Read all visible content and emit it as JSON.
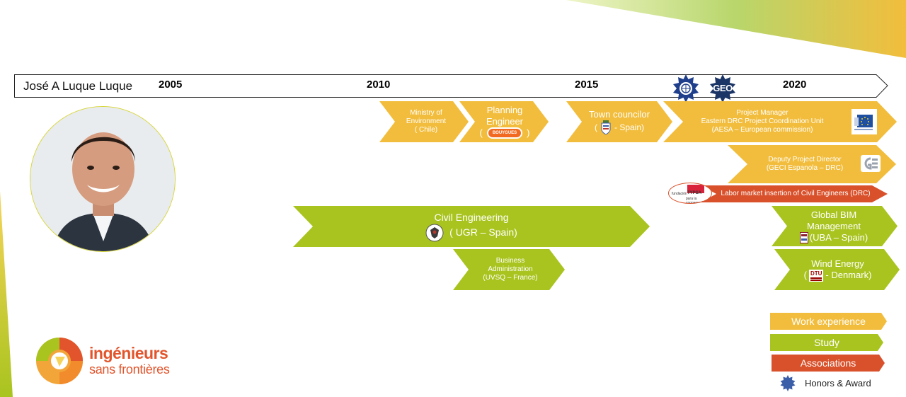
{
  "header": {
    "name": "José A Luque Luque"
  },
  "timeline": {
    "years": [
      "2005",
      "2010",
      "2015",
      "2020"
    ]
  },
  "work": [
    {
      "lines": [
        "Ministry of",
        "Environment",
        "( Chile)"
      ]
    },
    {
      "lines": [
        "Planning",
        "Engineer"
      ],
      "paren_open": "(",
      "paren_close": ")",
      "logo": "BOUYGUES"
    },
    {
      "line1": "Town councilor",
      "paren_open": "(",
      "suffix": "- Spain)"
    },
    {
      "lines": [
        "Project Manager",
        "Eastern DRC Project Coordination Unit",
        "(AESA – European commission)"
      ]
    },
    {
      "lines": [
        "Deputy Project Director",
        "(GECI Espanola – DRC)"
      ]
    }
  ],
  "assoc": [
    {
      "text": "Labor market insertion of Civil Engineers (DRC)",
      "logo_lines": [
        "fundación",
        "TYPSA",
        "para la cooperación"
      ]
    }
  ],
  "study": [
    {
      "line1": "Civil Engineering",
      "line2": "( UGR – Spain)"
    },
    {
      "lines": [
        "Business",
        "Administration",
        "(UVSQ – France)"
      ]
    },
    {
      "lines": [
        "Global BIM",
        "Management"
      ],
      "line3": "(UBA – Spain)"
    },
    {
      "line1": "Wind Energy",
      "paren_open": "(",
      "logo": "DTU",
      "suffix": "- Denmark)"
    }
  ],
  "honors": [
    {
      "text": "GEO"
    }
  ],
  "legend": {
    "work": "Work experience",
    "study": "Study",
    "assoc": "Associations",
    "honors": "Honors & Award"
  },
  "brand": {
    "line1": "ingénieurs",
    "line2": "sans frontières"
  },
  "colors": {
    "work": "#f2bd3c",
    "study": "#a9c41f",
    "assoc": "#d9512b",
    "honor": "#1f3f8c"
  }
}
